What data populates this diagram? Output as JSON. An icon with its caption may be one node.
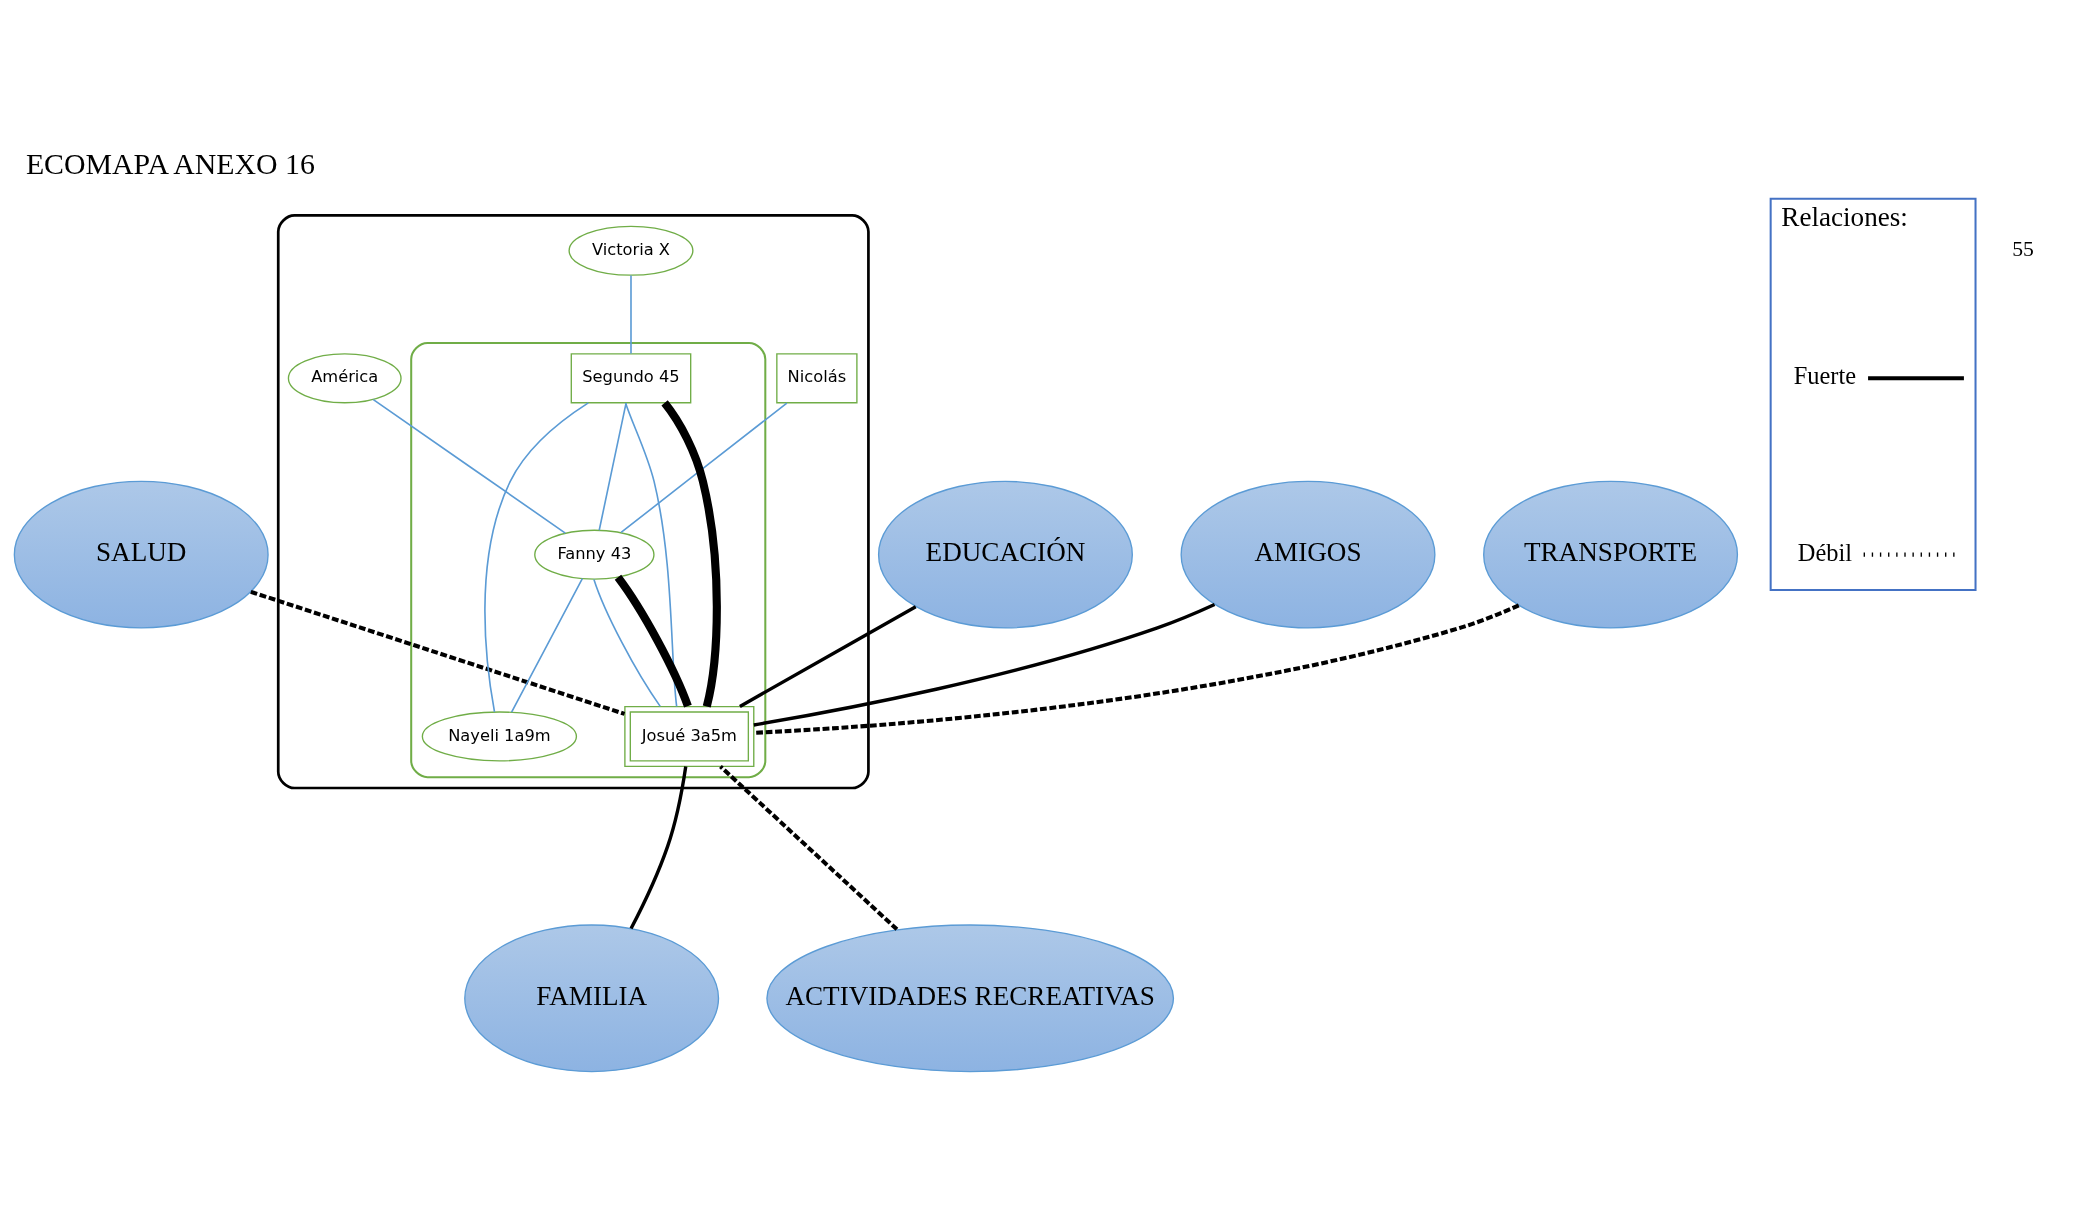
{
  "diagram": {
    "title": "ECOMAPA ANEXO 16",
    "nodes": [
      {
        "text": [
          "SALUD"
        ]
      },
      {
        "text": [
          "EDUCACIÓN"
        ]
      },
      {
        "text": [
          "AMIGOS"
        ]
      },
      {
        "text": [
          "TRANSPORTE"
        ]
      },
      {
        "text": [],
        "shape": "ellipse"
      },
      {
        "text": [
          "Victoria X"
        ],
        "in": 4
      },
      {
        "text": [
          "Nicolás"
        ],
        "in": 4
      },
      {
        "text": [
          "América"
        ],
        "in": 4
      },
      {
        "text": [],
        "shape": "ellipse",
        "in": 4
      },
      {
        "text": [
          "Segundo 45"
        ],
        "in": 8
      },
      {
        "text": [
          "Fanny 43"
        ],
        "in": 8
      },
      {
        "text": [
          "Josué 3a5m"
        ],
        "in": 8
      },
      {
        "text": [
          "Nayeli 1a9m"
        ],
        "in": 8
      },
      {
        "text": [
          "FAMILIA"
        ]
      },
      {
        "text": [
          "ACTIVIDADES RECREATIVAS"
        ]
      },
      {
        "text": [
          "Relaciones:"
        ]
      }
    ],
    "edges": [
      {
        "from": 5,
        "to": 9,
        "arrow": "none",
        "color": "#5b9bd5"
      },
      {
        "from": 6,
        "to": 10,
        "arrow": "none",
        "color": "#5b9bd5"
      },
      {
        "from": 7,
        "to": 10,
        "arrow": "none",
        "color": "#5b9bd5"
      },
      {
        "from": 9,
        "to": 10,
        "arrow": "none",
        "color": "#5b9bd5"
      },
      {
        "from": 9,
        "to": 11,
        "arrow": "none",
        "color": "#5b9bd5"
      },
      {
        "from": 10,
        "to": 11,
        "arrow": "none",
        "color": "#5b9bd5"
      },
      {
        "from": 9,
        "to": 12,
        "arrow": "none",
        "color": "#5b9bd5"
      },
      {
        "from": 10,
        "to": 12,
        "arrow": "none",
        "color": "#5b9bd5"
      },
      {
        "from": 0,
        "to": 11,
        "arrow": "none",
        "style": "dashed",
        "color": "#000000"
      },
      {
        "from": 1,
        "to": 11,
        "arrow": "none",
        "color": "#000000"
      },
      {
        "from": 2,
        "to": 11,
        "arrow": "none",
        "color": "#000000"
      },
      {
        "from": 3,
        "to": 11,
        "arrow": "none",
        "style": "dashed",
        "color": "#000000"
      },
      {
        "from": 9,
        "to": 11,
        "arrow": "none",
        "style": "thick",
        "color": "#000000"
      },
      {
        "from": 10,
        "to": 11,
        "arrow": "none",
        "style": "thick",
        "color": "#000000"
      },
      {
        "from": 14,
        "to": 11,
        "arrow": "none",
        "style": "dashed",
        "color": "#000000"
      },
      {
        "from": 13,
        "to": 11,
        "arrow": "none",
        "color": "#000000"
      }
    ],
    "labels": [
      "55"
    ],
    "legend": [
      {
        "text": "Fuerte"
      },
      {
        "text": "Débil"
      }
    ]
  }
}
